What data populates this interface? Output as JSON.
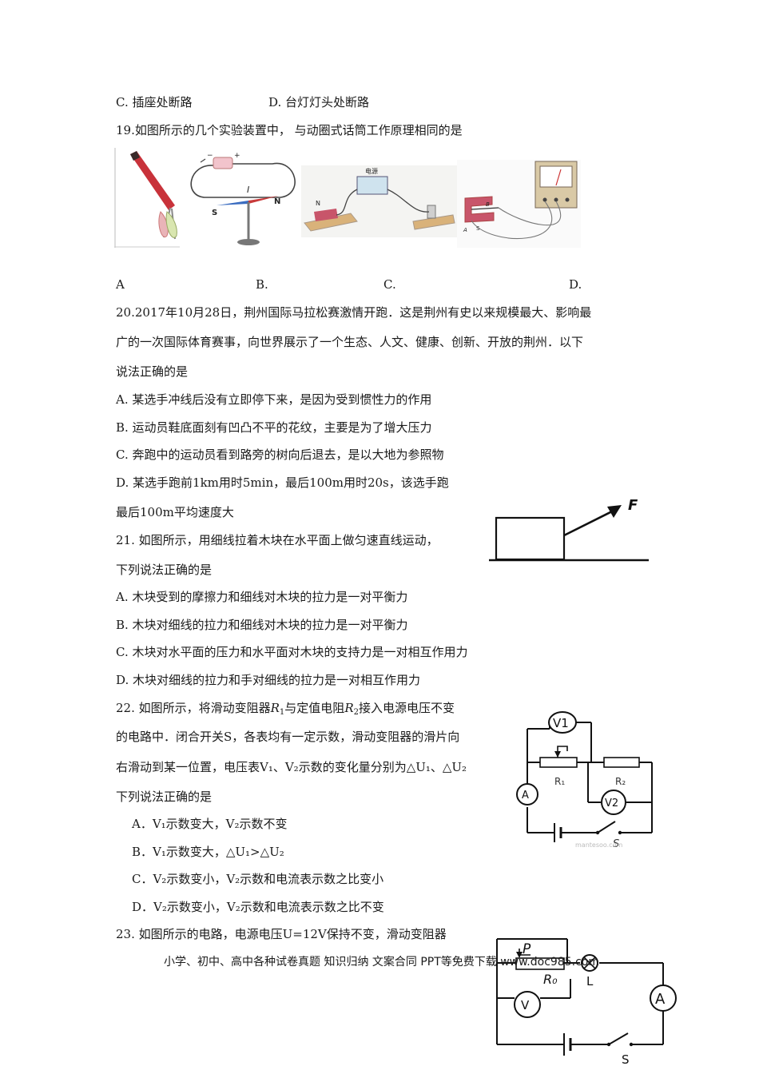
{
  "q18": {
    "opt_c": "C. 插座处断路",
    "opt_d": "D. 台灯灯头处断路"
  },
  "q19": {
    "stem": "19.如图所示的几个实验装置中， 与动圈式话筒工作原理相同的是",
    "labels": [
      "A",
      "B.",
      "C.",
      "D."
    ],
    "fig_text": {
      "minus": "−",
      "plus": "+",
      "current": "I",
      "south": "S",
      "north": "N",
      "power": "电源",
      "n_pole": "N",
      "a": "A",
      "b": "B",
      "s2": "S"
    }
  },
  "q20": {
    "stem1": "20.2017年10月28日，荆州国际马拉松赛激情开跑．这是荆州有史以来规模最大、影响最",
    "stem2": "广的一次国际体育赛事，向世界展示了一个生态、人文、健康、创新、开放的荆州．以下",
    "stem3": "说法正确的是",
    "opt_a": "A. 某选手冲线后没有立即停下来，是因为受到惯性力的作用",
    "opt_b": "B. 运动员鞋底面刻有凹凸不平的花纹，主要是为了增大压力",
    "opt_c": "C. 奔跑中的运动员看到路旁的树向后退去，是以大地为参照物",
    "opt_d1": "D. 某选手跑前1km用时5min，最后100m用时20s，该选手跑",
    "opt_d2": "最后100m平均速度大"
  },
  "q21": {
    "stem1": "21. 如图所示，用细线拉着木块在水平面上做匀速直线运动，",
    "stem2": "下列说法正确的是",
    "opt_a": "A. 木块受到的摩擦力和细线对木块的拉力是一对平衡力",
    "opt_b": "B. 木块对细线的拉力和细线对木块的拉力是一对平衡力",
    "opt_c": "C. 木块对水平面的压力和水平面对木块的支持力是一对相互作用力",
    "opt_d": "D. 木块对细线的拉力和手对细线的拉力是一对相互作用力",
    "force_label": "F"
  },
  "q22": {
    "stem1_a": "22. 如图所示，将滑动变阻器",
    "r1": "R",
    "r1_sub": "1",
    "stem1_b": "与定值电阻",
    "r2": "R",
    "r2_sub": "2",
    "stem1_c": "接入电源电压不变",
    "stem2": "的电路中．闭合开关S，各表均有一定示数，滑动变阻器的滑片向",
    "stem3": "右滑动到某一位置，电压表V₁、V₂示数的变化量分别为△U₁、△U₂",
    "stem4": "下列说法正确的是",
    "opt_a": "A．V₁示数变大，V₂示数不变",
    "opt_b": "B．V₁示数变大，△U₁>△U₂",
    "opt_c": "C．V₂示数变小，V₂示数和电流表示数之比变小",
    "opt_d": "D．V₂示数变小，V₂示数和电流表示数之比不变",
    "fig_text": {
      "v1": "V1",
      "r1": "R₁",
      "r2": "R₂",
      "a": "A",
      "v2": "V2",
      "s": "S",
      "watermark": "mantesoo.com"
    }
  },
  "q23": {
    "stem": "23. 如图所示的电路，电源电压U=12V保持不变，滑动变阻器",
    "fig_text": {
      "p": "P",
      "r0": "R₀",
      "l": "L",
      "v": "V",
      "a": "A",
      "s": "S"
    }
  },
  "footer": "小学、初中、高中各种试卷真题 知识归纳 文案合同 PPT等免费下载 www.doc985.com"
}
